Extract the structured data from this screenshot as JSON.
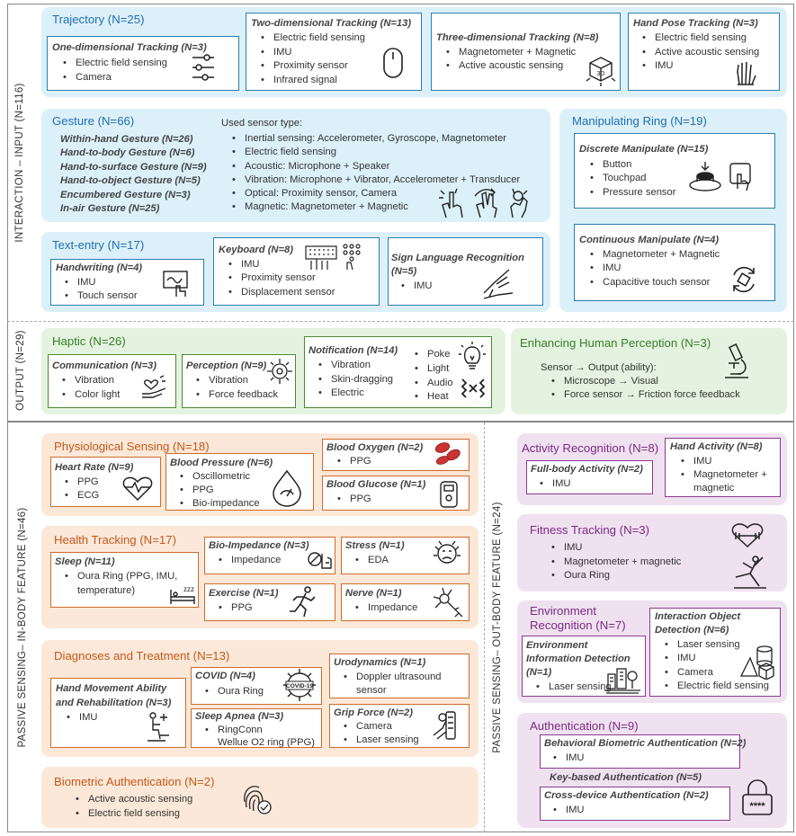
{
  "sections": {
    "input": "INTERACTION – INPUT (N=116)",
    "output": "OUTPUT (N=29)",
    "in_body": "PASSIVE SENSING– IN-BODY FEATURE (N=46)",
    "out_body": "PASSIVE SENSING– OUT-BODY FEATURE (N=24)"
  },
  "trajectory": {
    "title": "Trajectory (N=25)",
    "one_d": {
      "title": "One-dimensional Tracking (N=3)",
      "items": [
        "Electric field sensing",
        "Camera"
      ]
    },
    "two_d": {
      "title": "Two-dimensional Tracking (N=13)",
      "items": [
        "Electric field sensing",
        "IMU",
        "Proximity sensor",
        "Infrared signal"
      ]
    },
    "three_d": {
      "title": "Three-dimensional Tracking (N=8)",
      "items": [
        "Magnetometer  + Magnetic",
        "Active acoustic sensing"
      ],
      "icon_label": "3D"
    },
    "hand_pose": {
      "title": "Hand Pose Tracking (N=3)",
      "items": [
        "Electric field sensing",
        "Active acoustic sensing",
        "IMU"
      ]
    }
  },
  "gesture": {
    "title": "Gesture (N=66)",
    "types": [
      "Within-hand Gesture (N=26)",
      "Hand-to-body Gesture (N=6)",
      "Hand-to-surface Gesture (N=9)",
      "Hand-to-object Gesture (N=5)",
      "Encumbered Gesture (N=3)",
      "In-air Gesture (N=25)"
    ],
    "sensor_header": "Used sensor type:",
    "sensors": [
      "Inertial sensing: Accelerometer, Gyroscope, Magnetometer",
      "Electric field sensing",
      "Acoustic: Microphone + Speaker",
      "Vibration: Microphone + Vibrator, Accelerometer + Transducer",
      "Optical: Proximity sensor, Camera",
      "Magnetic: Magnetometer  + Magnetic"
    ]
  },
  "ring": {
    "title": "Manipulating Ring (N=19)",
    "discrete": {
      "title": "Discrete Manipulate (N=15)",
      "items": [
        "Button",
        "Touchpad",
        "Pressure sensor"
      ]
    },
    "continuous": {
      "title": "Continuous Manipulate (N=4)",
      "items": [
        "Magnetometer + Magnetic",
        "IMU",
        "Capacitive touch sensor"
      ]
    }
  },
  "text_entry": {
    "title": "Text-entry (N=17)",
    "handwriting": {
      "title": "Handwriting (N=4)",
      "items": [
        "IMU",
        "Touch sensor"
      ]
    },
    "keyboard": {
      "title": "Keyboard (N=8)",
      "items": [
        "IMU",
        "Proximity sensor",
        "Displacement sensor"
      ]
    },
    "sign": {
      "title": "Sign Language Recognition",
      "title2": "(N=5)",
      "items": [
        "IMU"
      ]
    }
  },
  "haptic": {
    "title": "Haptic (N=26)",
    "communication": {
      "title": "Communication (N=3)",
      "items": [
        "Vibration",
        "Color light"
      ]
    },
    "perception": {
      "title": "Perception (N=9)",
      "items": [
        "Vibration",
        "Force feedback"
      ]
    },
    "notification": {
      "title": "Notification (N=14)",
      "items": [
        "Vibration",
        "Skin-dragging",
        "Electric"
      ],
      "items2": [
        "Poke",
        "Light",
        "Audio",
        "Heat"
      ]
    }
  },
  "enhancing": {
    "title": "Enhancing Human Perception (N=3)",
    "header": "Sensor → Output (ability):",
    "items": [
      "Microscope → Visual",
      "Force sensor → Friction force feedback"
    ]
  },
  "physiological": {
    "title": "Physiological Sensing (N=18)",
    "heart": {
      "title": "Heart Rate (N=9)",
      "items": [
        "PPG",
        "ECG"
      ]
    },
    "bp": {
      "title": "Blood Pressure (N=6)",
      "items": [
        "Oscillometric",
        "PPG",
        "Bio-impedance"
      ]
    },
    "oxygen": {
      "title": "Blood Oxygen (N=2)",
      "items": [
        "PPG"
      ]
    },
    "glucose": {
      "title": "Blood Glucose (N=1)",
      "items": [
        "PPG"
      ]
    }
  },
  "health": {
    "title": "Health Tracking (N=17)",
    "sleep": {
      "title": "Sleep (N=11)",
      "items": [
        "Oura Ring (PPG, IMU,"
      ],
      "cont": "temperature)"
    },
    "bio": {
      "title": "Bio-Impedance (N=3)",
      "items": [
        "Impedance"
      ]
    },
    "stress": {
      "title": "Stress (N=1)",
      "items": [
        "EDA"
      ]
    },
    "exercise": {
      "title": "Exercise (N=1)",
      "items": [
        "PPG"
      ]
    },
    "nerve": {
      "title": "Nerve (N=1)",
      "items": [
        "Impedance"
      ]
    }
  },
  "diagnoses": {
    "title": "Diagnoses and Treatment (N=13)",
    "hand": {
      "title": "Hand Movement Ability",
      "title2": "and Rehabilitation (N=3)",
      "items": [
        "IMU"
      ]
    },
    "covid": {
      "title": "COVID (N=4)",
      "items": [
        "Oura Ring"
      ],
      "icon_label": "COVID-19"
    },
    "uro": {
      "title": "Urodynamics (N=1)",
      "items": [
        "Doppler ultrasound"
      ],
      "cont": "sensor"
    },
    "apnea": {
      "title": "Sleep Apnea (N=3)",
      "items": [
        "RingConn"
      ],
      "cont": "Wellue O2 ring (PPG)"
    },
    "grip": {
      "title": "Grip Force (N=2)",
      "items": [
        "Camera",
        "Laser sensing"
      ]
    }
  },
  "biometric": {
    "title": "Biometric Authentication (N=2)",
    "items": [
      "Active acoustic sensing",
      "Electric field sensing"
    ]
  },
  "activity": {
    "title": "Activity Recognition (N=8)",
    "full": {
      "title": "Full-body Activity (N=2)",
      "items": [
        "IMU"
      ]
    },
    "hand": {
      "title": "Hand Activity (N=8)",
      "items": [
        "IMU",
        "Magnetometer +"
      ],
      "cont": "magnetic"
    }
  },
  "fitness": {
    "title": "Fitness Tracking (N=3)",
    "items": [
      "IMU",
      "Magnetometer + magnetic",
      "Oura Ring"
    ]
  },
  "environment": {
    "title": "Environment",
    "title2": "Recognition (N=7)",
    "info": {
      "title": "Environment",
      "title2": "Information Detection",
      "title3": "(N=1)",
      "items": [
        "Laser sensing"
      ]
    },
    "object": {
      "title": "Interaction Object",
      "title2": "Detection (N=6)",
      "items": [
        "Laser sensing",
        "IMU",
        "Camera",
        "Electric field sensing"
      ]
    }
  },
  "authentication": {
    "title": "Authentication (N=9)",
    "behavioral": {
      "title": "Behavioral Biometric Authentication (N=2)",
      "items": [
        "IMU"
      ]
    },
    "key": {
      "title": "Key-based Authentication (N=5)"
    },
    "cross": {
      "title": "Cross-device Authentication (N=2)",
      "items": [
        "IMU"
      ]
    },
    "icon_label": "****"
  }
}
